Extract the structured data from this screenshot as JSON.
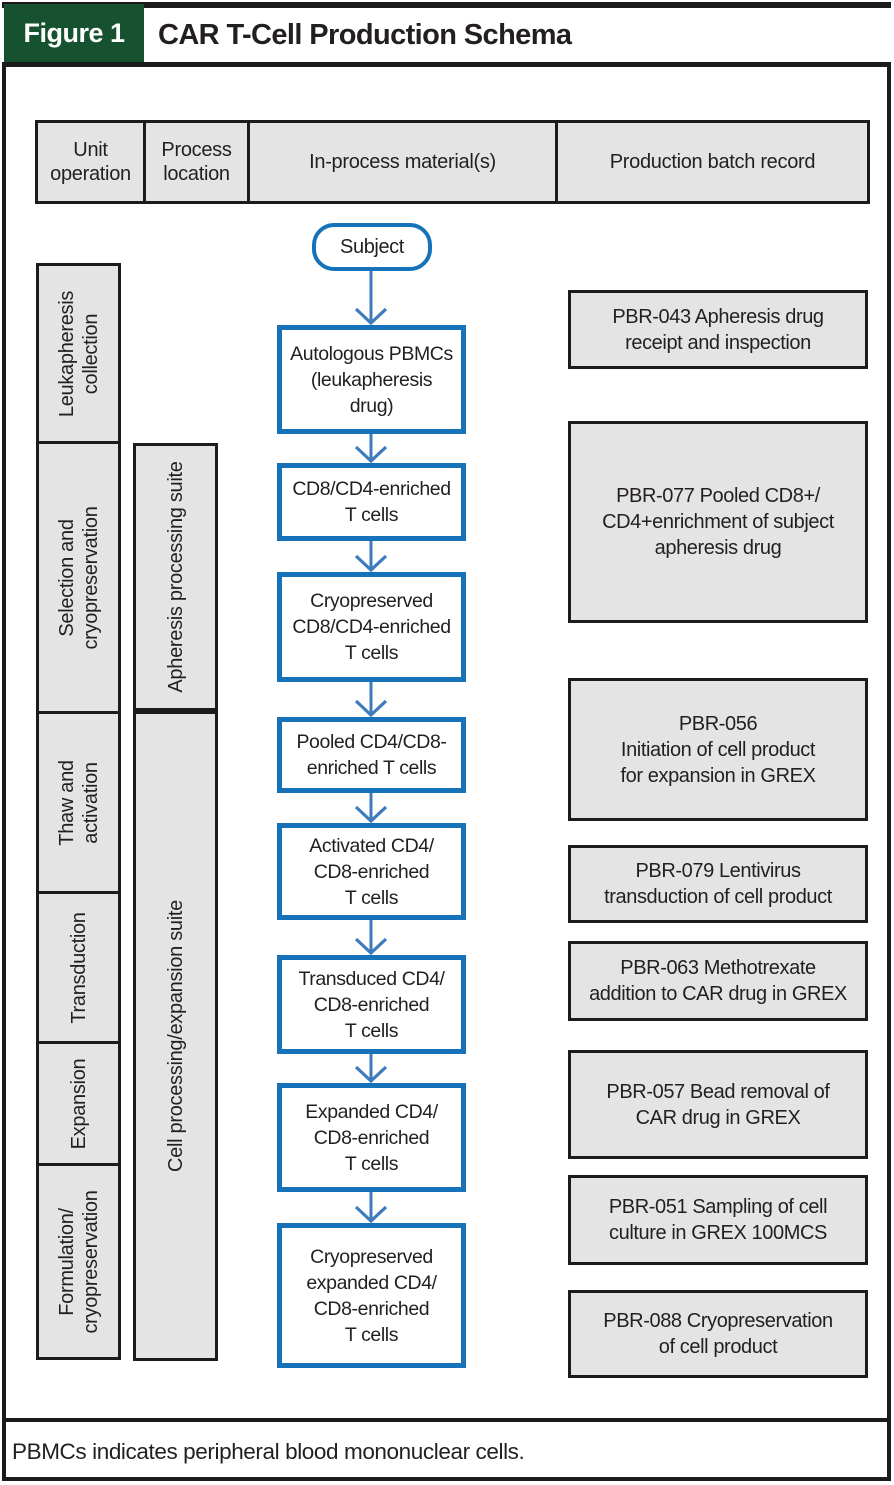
{
  "figure": {
    "label": "Figure 1",
    "title": "CAR T-Cell Production Schema"
  },
  "header": {
    "columns": [
      "Unit\noperation",
      "Process\nlocation",
      "In-process material(s)",
      "Production batch record"
    ]
  },
  "unit_operations": [
    {
      "label": "Leukapheresis\ncollection"
    },
    {
      "label": "Selection and\ncryopreservation"
    },
    {
      "label": "Thaw and\nactivation"
    },
    {
      "label": "Transduction"
    },
    {
      "label": "Expansion"
    },
    {
      "label": "Formulation/\ncryopreservation"
    }
  ],
  "process_locations": [
    {
      "label": "Apheresis processing suite"
    },
    {
      "label": "Cell processing/expansion suite"
    }
  ],
  "flow": {
    "start": "Subject",
    "boxes": [
      {
        "label": "Autologous PBMCs\n(leukapheresis\ndrug)"
      },
      {
        "label": "CD8/CD4-enriched\nT cells"
      },
      {
        "label": "Cryopreserved\nCD8/CD4-enriched\nT cells"
      },
      {
        "label": "Pooled CD4/CD8-\nenriched T cells"
      },
      {
        "label": "Activated CD4/\nCD8-enriched\nT cells"
      },
      {
        "label": "Transduced CD4/\nCD8-enriched\nT cells"
      },
      {
        "label": "Expanded CD4/\nCD8-enriched\nT cells"
      },
      {
        "label": "Cryopreserved\nexpanded CD4/\nCD8-enriched\nT cells"
      }
    ]
  },
  "batch_records": [
    {
      "label": "PBR-043 Apheresis drug\nreceipt and inspection"
    },
    {
      "label": "PBR-077 Pooled CD8+/\nCD4+enrichment of subject\napheresis drug"
    },
    {
      "label": "PBR-056\nInitiation of cell product\nfor expansion in GREX"
    },
    {
      "label": "PBR-079 Lentivirus\ntransduction of cell product"
    },
    {
      "label": "PBR-063 Methotrexate\naddition to CAR drug in GREX"
    },
    {
      "label": "PBR-057 Bead removal of\nCAR drug in GREX"
    },
    {
      "label": "PBR-051 Sampling of cell\nculture in GREX 100MCS"
    },
    {
      "label": "PBR-088 Cryopreservation\nof cell product"
    }
  ],
  "footnote": "PBMCs indicates peripheral blood mononuclear cells.",
  "colors": {
    "figure_label_bg": "#175230",
    "flow_box_border": "#1673b9",
    "arrow_blue": "#3e7bbe",
    "cell_fill": "#e4e4e5",
    "rule_black": "#1c1a1a"
  }
}
